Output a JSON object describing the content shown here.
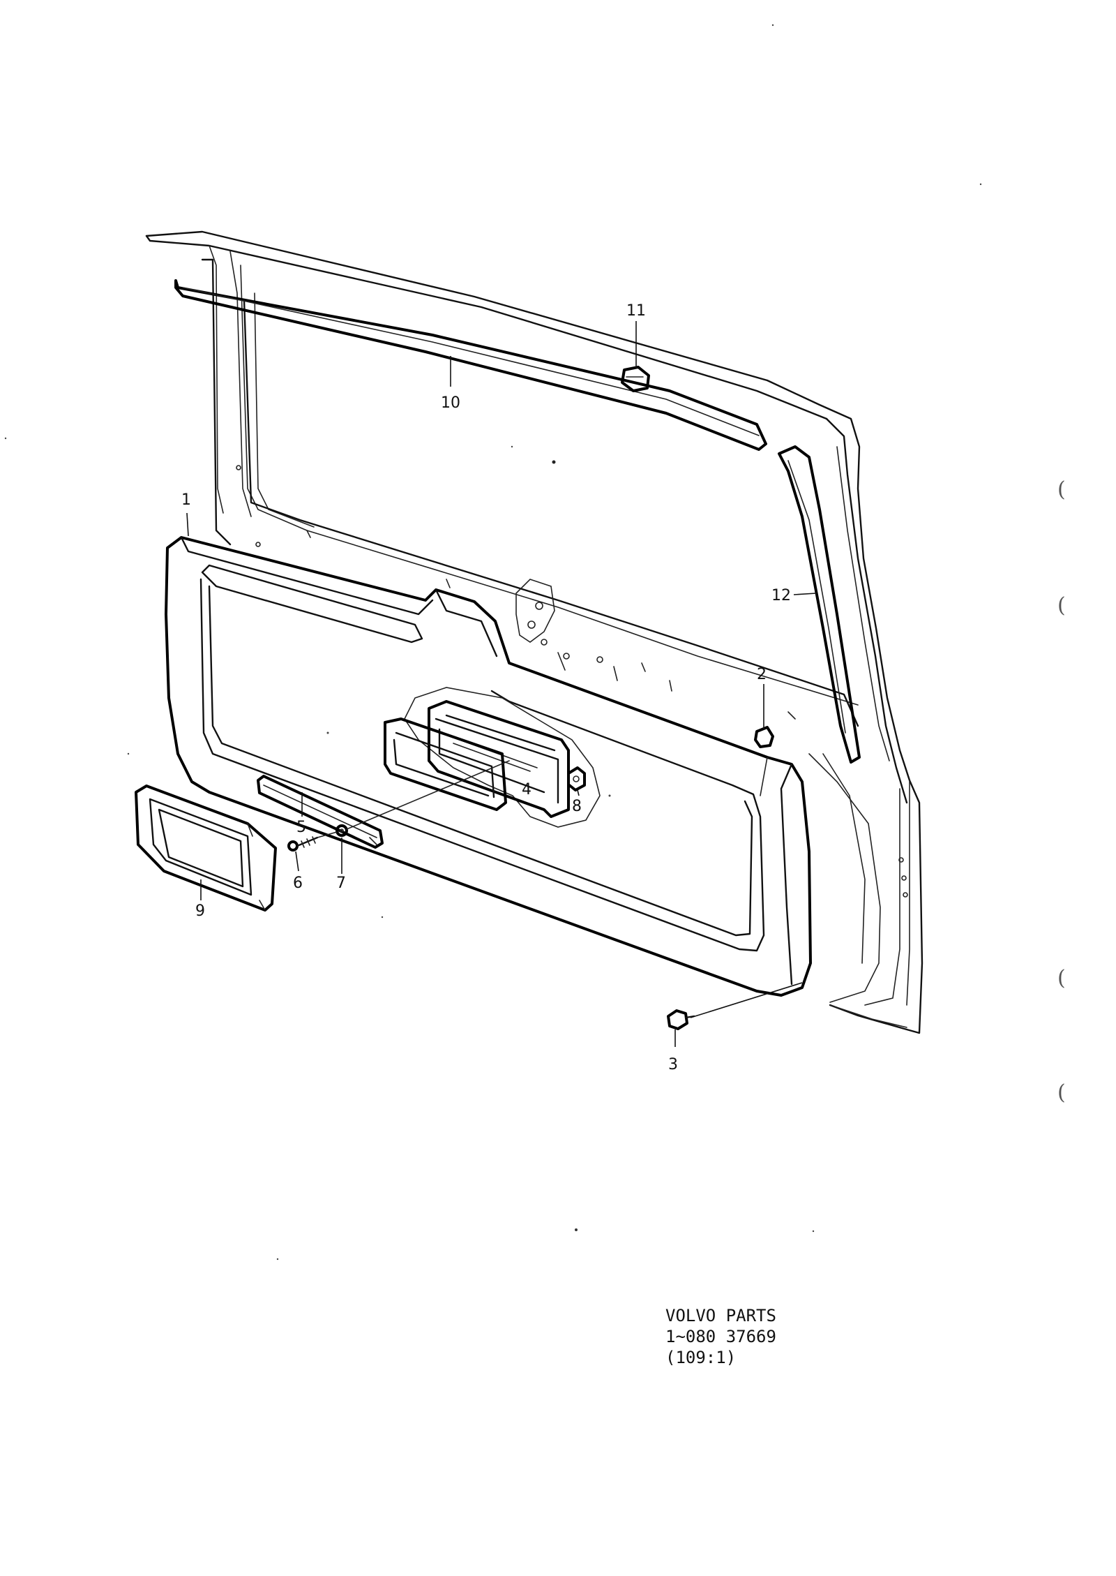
{
  "callouts": [
    {
      "id": "1",
      "label": "1"
    },
    {
      "id": "2",
      "label": "2"
    },
    {
      "id": "3",
      "label": "3"
    },
    {
      "id": "4",
      "label": "4"
    },
    {
      "id": "5",
      "label": "5"
    },
    {
      "id": "6",
      "label": "6"
    },
    {
      "id": "7",
      "label": "7"
    },
    {
      "id": "8",
      "label": "8"
    },
    {
      "id": "9",
      "label": "9"
    },
    {
      "id": "10",
      "label": "10"
    },
    {
      "id": "11",
      "label": "11"
    },
    {
      "id": "12",
      "label": "12"
    }
  ],
  "stamp": {
    "line1": "VOLVO PARTS",
    "line2": "1~080 37669",
    "line3": "(109:1)"
  },
  "margin_marks": [
    "(",
    "(",
    "(",
    "("
  ]
}
